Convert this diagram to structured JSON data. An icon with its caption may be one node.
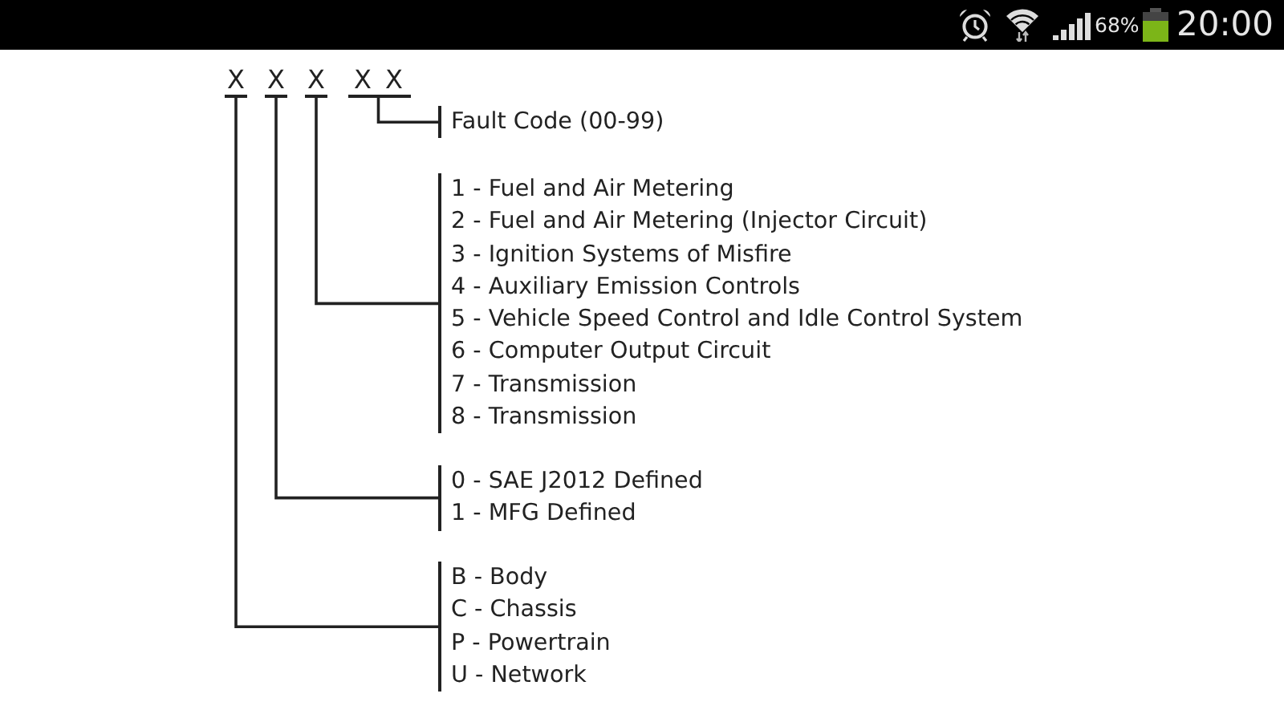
{
  "diagram": {
    "nodes": [
      {
        "text": [
          "X"
        ]
      },
      {
        "text": [
          "X"
        ]
      },
      {
        "text": [
          "X"
        ]
      },
      {
        "text": [
          "X"
        ]
      },
      {
        "text": [
          "X"
        ]
      },
      {
        "text": [
          "Fault Code (00-99)"
        ]
      },
      {
        "text": [
          "1 - Fuel and Air Metering",
          "2 - Fuel and Air Metering (Injector Circuit)",
          "3 - Ignition Systems of Misfire",
          "4 - Auxiliary Emission Controls",
          "5 - Vehicle Speed Control and Idle Control System",
          "6 - Computer Output Circuit",
          "7 - Transmission",
          "8 - Transmission"
        ]
      },
      {
        "text": [
          "0 - SAE J2012 Defined",
          "1 - MFG Defined"
        ]
      },
      {
        "text": [
          "B - Body",
          "C - Chassis",
          "P - Powertrain",
          "U - Network"
        ]
      }
    ],
    "edges": [
      {
        "from": 3,
        "to": 5,
        "arrow": "none"
      },
      {
        "from": 4,
        "to": 5,
        "arrow": "none"
      },
      {
        "from": 2,
        "to": 6,
        "arrow": "none"
      },
      {
        "from": 1,
        "to": 7,
        "arrow": "none"
      },
      {
        "from": 0,
        "to": 8,
        "arrow": "none"
      }
    ],
    "labels": [
      "68%",
      "20:00"
    ]
  }
}
